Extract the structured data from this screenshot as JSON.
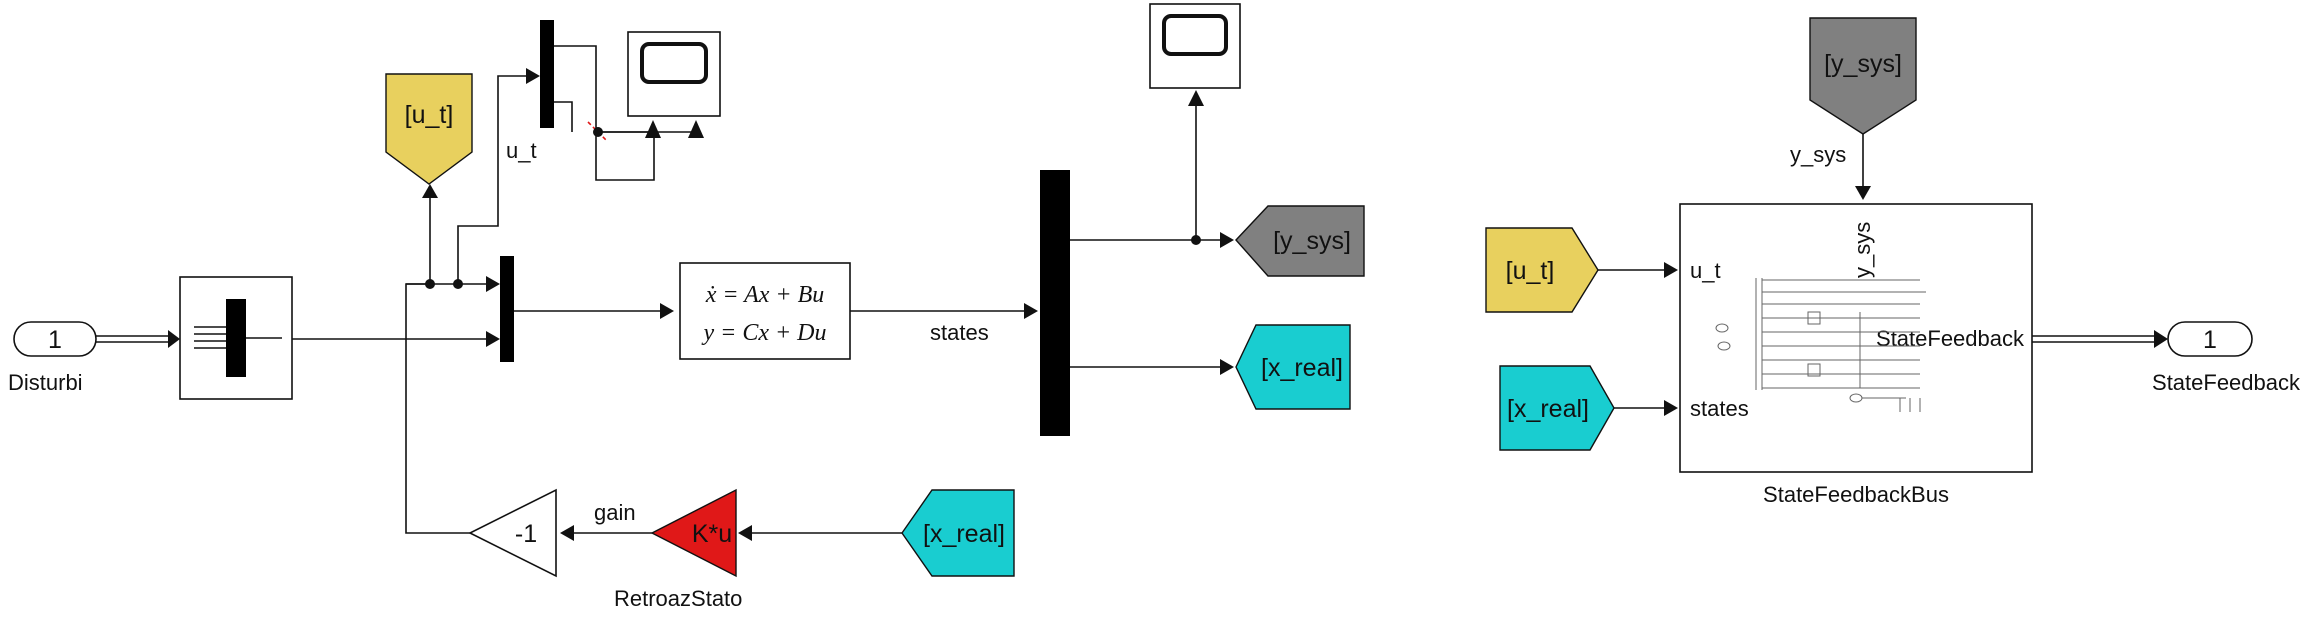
{
  "colors": {
    "goto_yellow": "#e8d05e",
    "goto_gray": "#808080",
    "goto_cyan": "#19cdd0",
    "gain_red": "#e01818",
    "inport_fill": "#ffffff",
    "wire": "#111111",
    "mux_bar": "#000000"
  },
  "left_model": {
    "inport": {
      "number": "1",
      "label": "Disturbi"
    },
    "from_u_t": {
      "tag": "[u_t]"
    },
    "signal_u_t": "u_t",
    "state_space": {
      "line1": "ẋ = Ax + Bu",
      "line2": "y = Cx + Du"
    },
    "signal_states": "states",
    "goto_y_sys": {
      "tag": "[y_sys]"
    },
    "goto_x_real": {
      "tag": "[x_real]"
    },
    "from_x_real": {
      "tag": "[x_real]"
    },
    "gain_k": {
      "text": "K*u",
      "label": "RetroazStato"
    },
    "signal_gain": "gain",
    "gain_neg": {
      "text": "-1"
    },
    "scopes": [
      {
        "name": "scope-top"
      },
      {
        "name": "scope-output"
      }
    ]
  },
  "right_model": {
    "from_y_sys": {
      "tag": "[y_sys]"
    },
    "signal_y_sys": "y_sys",
    "from_u_t": {
      "tag": "[u_t]"
    },
    "from_x_real": {
      "tag": "[x_real]"
    },
    "subsystem": {
      "name": "StateFeedbackBus",
      "port_u_t": "u_t",
      "port_states": "states",
      "port_y_sys": "y_sys",
      "port_out": "StateFeedback"
    },
    "outport": {
      "number": "1",
      "label": "StateFeedback"
    }
  }
}
